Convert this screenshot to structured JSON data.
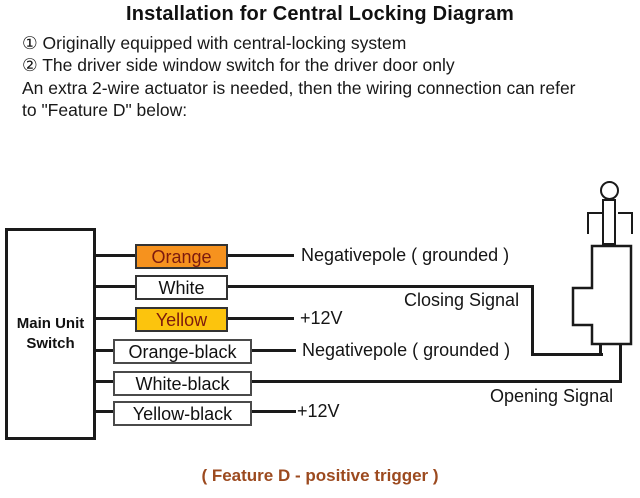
{
  "header": {
    "title": "Installation for Central Locking Diagram",
    "lines": [
      "① Originally equipped with central-locking system",
      "② The driver side window switch for the driver door only",
      "An extra 2-wire actuator is needed, then the wiring connection can refer",
      "to \"Feature D\" below:"
    ]
  },
  "main_unit_switch": {
    "line1": "Main Unit",
    "line2": "Switch"
  },
  "wires": [
    {
      "label": "Orange",
      "box_fill": "#f6921e",
      "label_color": "#7c1a0e",
      "annotation": "Negativepole ( grounded )"
    },
    {
      "label": "White",
      "box_fill": "#ffffff",
      "label_color": "#111111",
      "annotation": "Closing Signal"
    },
    {
      "label": "Yellow",
      "box_fill": "#fcc40d",
      "label_color": "#7c1a0e",
      "annotation": "+12V"
    },
    {
      "label": "Orange-black",
      "box_fill": "#ffffff",
      "label_color": "#111111",
      "annotation": "Negativepole ( grounded )"
    },
    {
      "label": "White-black",
      "box_fill": "#ffffff",
      "label_color": "#111111",
      "annotation": "Opening Signal"
    },
    {
      "label": "Yellow-black",
      "box_fill": "#ffffff",
      "label_color": "#111111",
      "annotation": "+12V"
    }
  ],
  "actuator_icon": "door-lock-actuator",
  "caption": {
    "text": "( Feature D - positive trigger )",
    "color": "#9c4a1f"
  },
  "colors": {
    "wire_line": "#1a1a1a",
    "background": "#ffffff"
  }
}
